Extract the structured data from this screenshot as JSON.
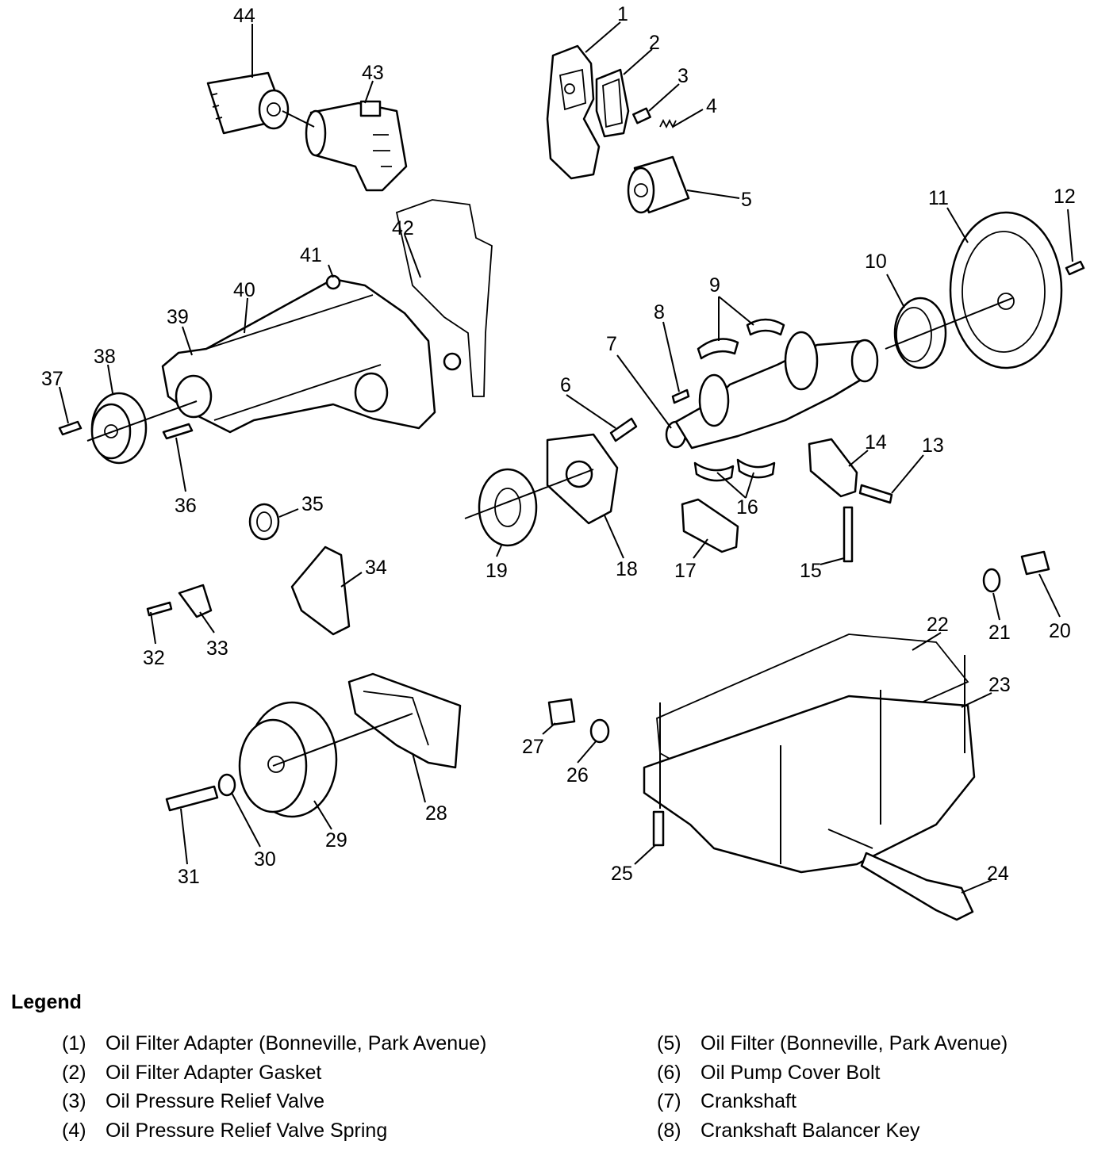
{
  "callouts": [
    "1",
    "2",
    "3",
    "4",
    "5",
    "6",
    "7",
    "8",
    "9",
    "10",
    "11",
    "12",
    "13",
    "14",
    "15",
    "16",
    "17",
    "18",
    "19",
    "20",
    "21",
    "22",
    "23",
    "24",
    "25",
    "26",
    "27",
    "28",
    "29",
    "30",
    "31",
    "32",
    "33",
    "34",
    "35",
    "36",
    "37",
    "38",
    "39",
    "40",
    "41",
    "42",
    "43",
    "44"
  ],
  "legend": {
    "title": "Legend",
    "left": [
      {
        "num": "(1)",
        "text": "Oil Filter Adapter (Bonneville, Park Avenue)"
      },
      {
        "num": "(2)",
        "text": "Oil Filter Adapter Gasket"
      },
      {
        "num": "(3)",
        "text": "Oil Pressure Relief Valve"
      },
      {
        "num": "(4)",
        "text": "Oil Pressure Relief Valve Spring"
      }
    ],
    "right": [
      {
        "num": "(5)",
        "text": "Oil Filter (Bonneville, Park Avenue)"
      },
      {
        "num": "(6)",
        "text": "Oil Pump Cover Bolt"
      },
      {
        "num": "(7)",
        "text": "Crankshaft"
      },
      {
        "num": "(8)",
        "text": "Crankshaft Balancer Key"
      }
    ]
  }
}
